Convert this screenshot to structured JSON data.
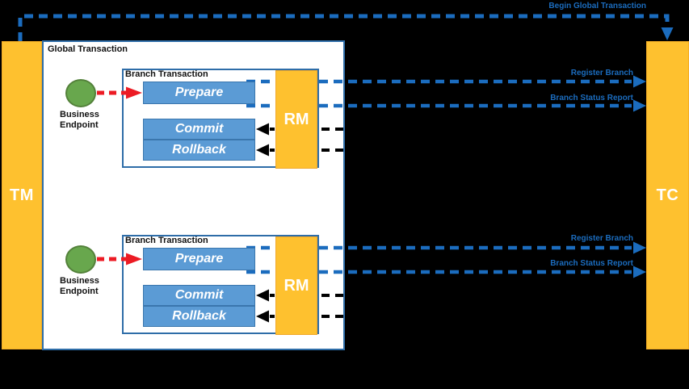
{
  "diagram": {
    "title_hint": "Distributed transaction (TM / TC / RM) sequence diagram",
    "begin_arrow_label": "Begin Global Transaction",
    "tm_label": "TM",
    "tc_label": "TC",
    "global_box_title": "Global Transaction",
    "colors": {
      "background": "#000000",
      "pillar_orange": "#FEC12F",
      "process_blue": "#5B9BD5",
      "endpoint_green": "#68A74D",
      "arrow_blue": "#1B6CBE",
      "arrow_red": "#EC1B24",
      "arrow_black": "#000000",
      "box_border_blue": "#2E6DA8"
    },
    "branches": [
      {
        "title": "Branch Transaction",
        "endpoint_line1": "Business",
        "endpoint_line2": "Endpoint",
        "prepare_label": "Prepare",
        "commit_label": "Commit",
        "rollback_label": "Rollback",
        "rm_label": "RM",
        "register_arrow_label": "Register Branch",
        "status_arrow_label": "Branch Status Report"
      },
      {
        "title": "Branch Transaction",
        "endpoint_line1": "Business",
        "endpoint_line2": "Endpoint",
        "prepare_label": "Prepare",
        "commit_label": "Commit",
        "rollback_label": "Rollback",
        "rm_label": "RM",
        "register_arrow_label": "Register Branch",
        "status_arrow_label": "Branch Status Report"
      }
    ]
  }
}
